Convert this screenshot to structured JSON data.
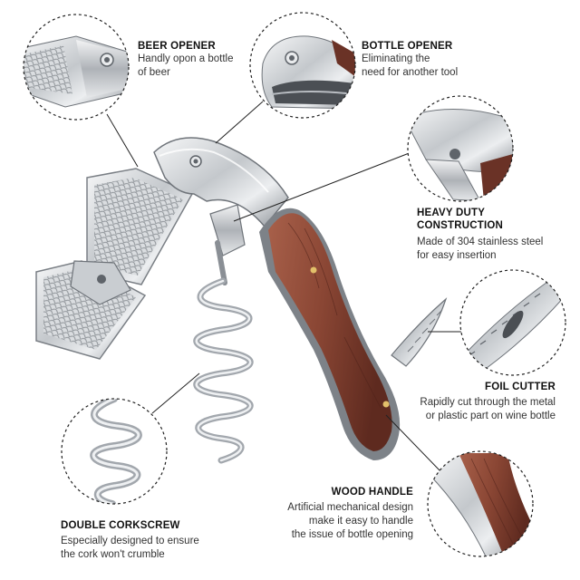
{
  "callouts": {
    "beer_opener": {
      "title": "BEER OPENER",
      "desc": [
        "Handly opon a bottle",
        "of beer"
      ]
    },
    "bottle_opener": {
      "title": "BOTTLE OPENER",
      "desc": [
        "Eliminating the",
        "need for another tool"
      ]
    },
    "heavy_duty": {
      "title": [
        "HEAVY DUTY",
        "CONSTRUCTION"
      ],
      "desc": [
        "Made of 304 stainless steel",
        "for easy insertion"
      ]
    },
    "foil_cutter": {
      "title": "FOIL CUTTER",
      "desc": [
        "Rapidly cut through the metal",
        "or plastic part on wine bottle"
      ]
    },
    "wood_handle": {
      "title": "WOOD HANDLE",
      "desc": [
        "Artificial mechanical design",
        "make it easy to handle",
        "the issue of bottle opening"
      ]
    },
    "double_corkscrew": {
      "title": "DOUBLE CORKSCREW",
      "desc": [
        "Especially designed to ensure",
        "the cork won't crumble"
      ]
    }
  },
  "colors": {
    "steel_light": "#eef0f2",
    "steel_mid": "#b9bdc2",
    "steel_dark": "#6f747a",
    "wood_light": "#b0705a",
    "wood_dark": "#6a3226",
    "rivet": "#e2c06a",
    "leader": "#222222"
  }
}
